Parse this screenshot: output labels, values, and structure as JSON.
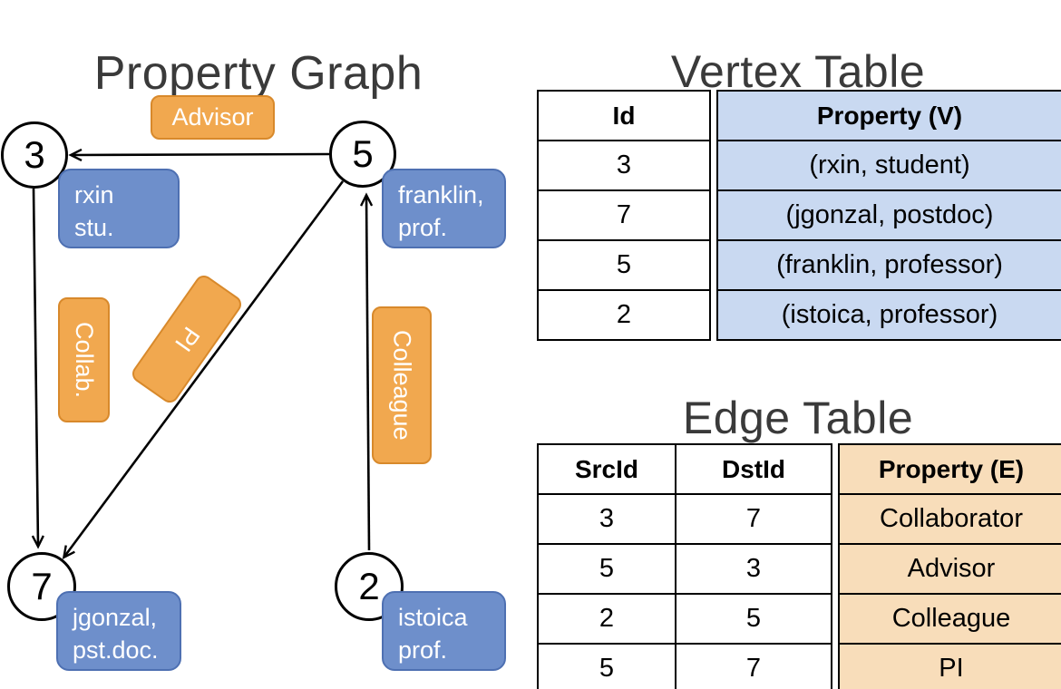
{
  "colors": {
    "vertex_box_fill": "#6E8FCB",
    "vertex_box_border": "#4E70B2",
    "edge_box_fill": "#F1A84F",
    "edge_box_border": "#D8892B",
    "vertex_table_fill": "#C9D9F1",
    "edge_table_fill": "#F8DDBA"
  },
  "graph": {
    "title": "Property Graph",
    "nodes": [
      {
        "id": "3",
        "property_line1": "rxin",
        "property_line2": "stu."
      },
      {
        "id": "5",
        "property_line1": "franklin,",
        "property_line2": "prof."
      },
      {
        "id": "7",
        "property_line1": "jgonzal,",
        "property_line2": "pst.doc."
      },
      {
        "id": "2",
        "property_line1": "istoica",
        "property_line2": "prof."
      }
    ],
    "edges": [
      {
        "from": "5",
        "to": "3",
        "label": "Advisor"
      },
      {
        "from": "3",
        "to": "7",
        "label": "Collab."
      },
      {
        "from": "5",
        "to": "7",
        "label": "PI"
      },
      {
        "from": "2",
        "to": "5",
        "label": "Colleague"
      }
    ]
  },
  "vertex_table": {
    "title": "Vertex Table",
    "headers": [
      "Id",
      "Property (V)"
    ],
    "rows": [
      [
        "3",
        "(rxin, student)"
      ],
      [
        "7",
        "(jgonzal, postdoc)"
      ],
      [
        "5",
        "(franklin, professor)"
      ],
      [
        "2",
        "(istoica, professor)"
      ]
    ]
  },
  "edge_table": {
    "title": "Edge Table",
    "headers": [
      "SrcId",
      "DstId",
      "Property (E)"
    ],
    "rows": [
      [
        "3",
        "7",
        "Collaborator"
      ],
      [
        "5",
        "3",
        "Advisor"
      ],
      [
        "2",
        "5",
        "Colleague"
      ],
      [
        "5",
        "7",
        "PI"
      ]
    ]
  }
}
